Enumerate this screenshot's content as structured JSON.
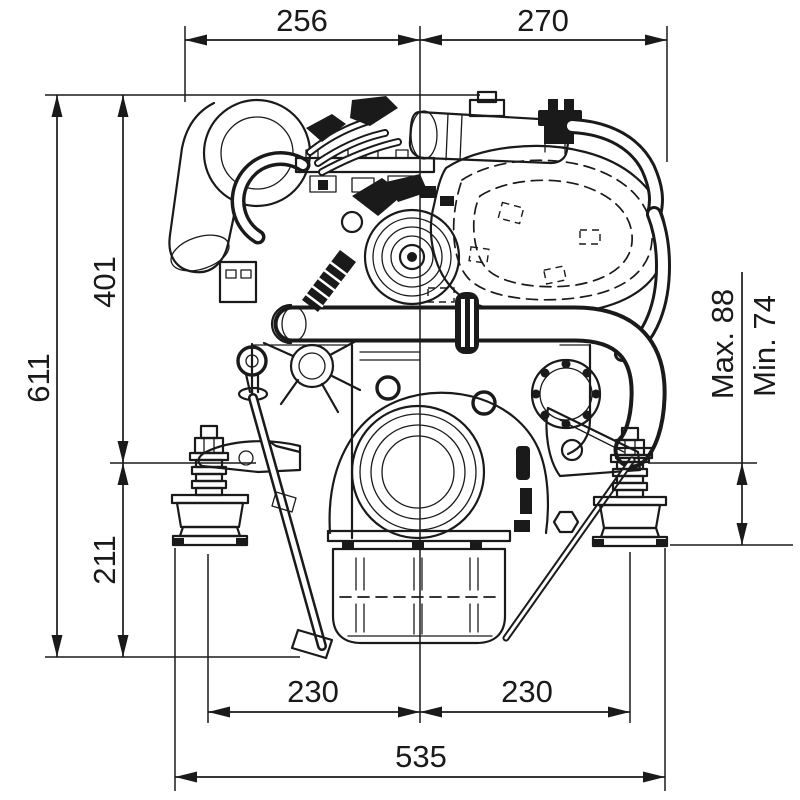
{
  "page": {
    "background": "#ffffff",
    "ink": "#1a1a1a"
  },
  "drawing": {
    "type": "technical-dimension-drawing",
    "view": "engine-front-view",
    "dimensions": {
      "top_left": "256",
      "top_right": "270",
      "height_total": "611",
      "height_upper": "401",
      "height_lower": "211",
      "flex_max": "Max. 88",
      "flex_min": "Min. 74",
      "mount_left": "230",
      "mount_right": "230",
      "width_total": "535"
    }
  }
}
